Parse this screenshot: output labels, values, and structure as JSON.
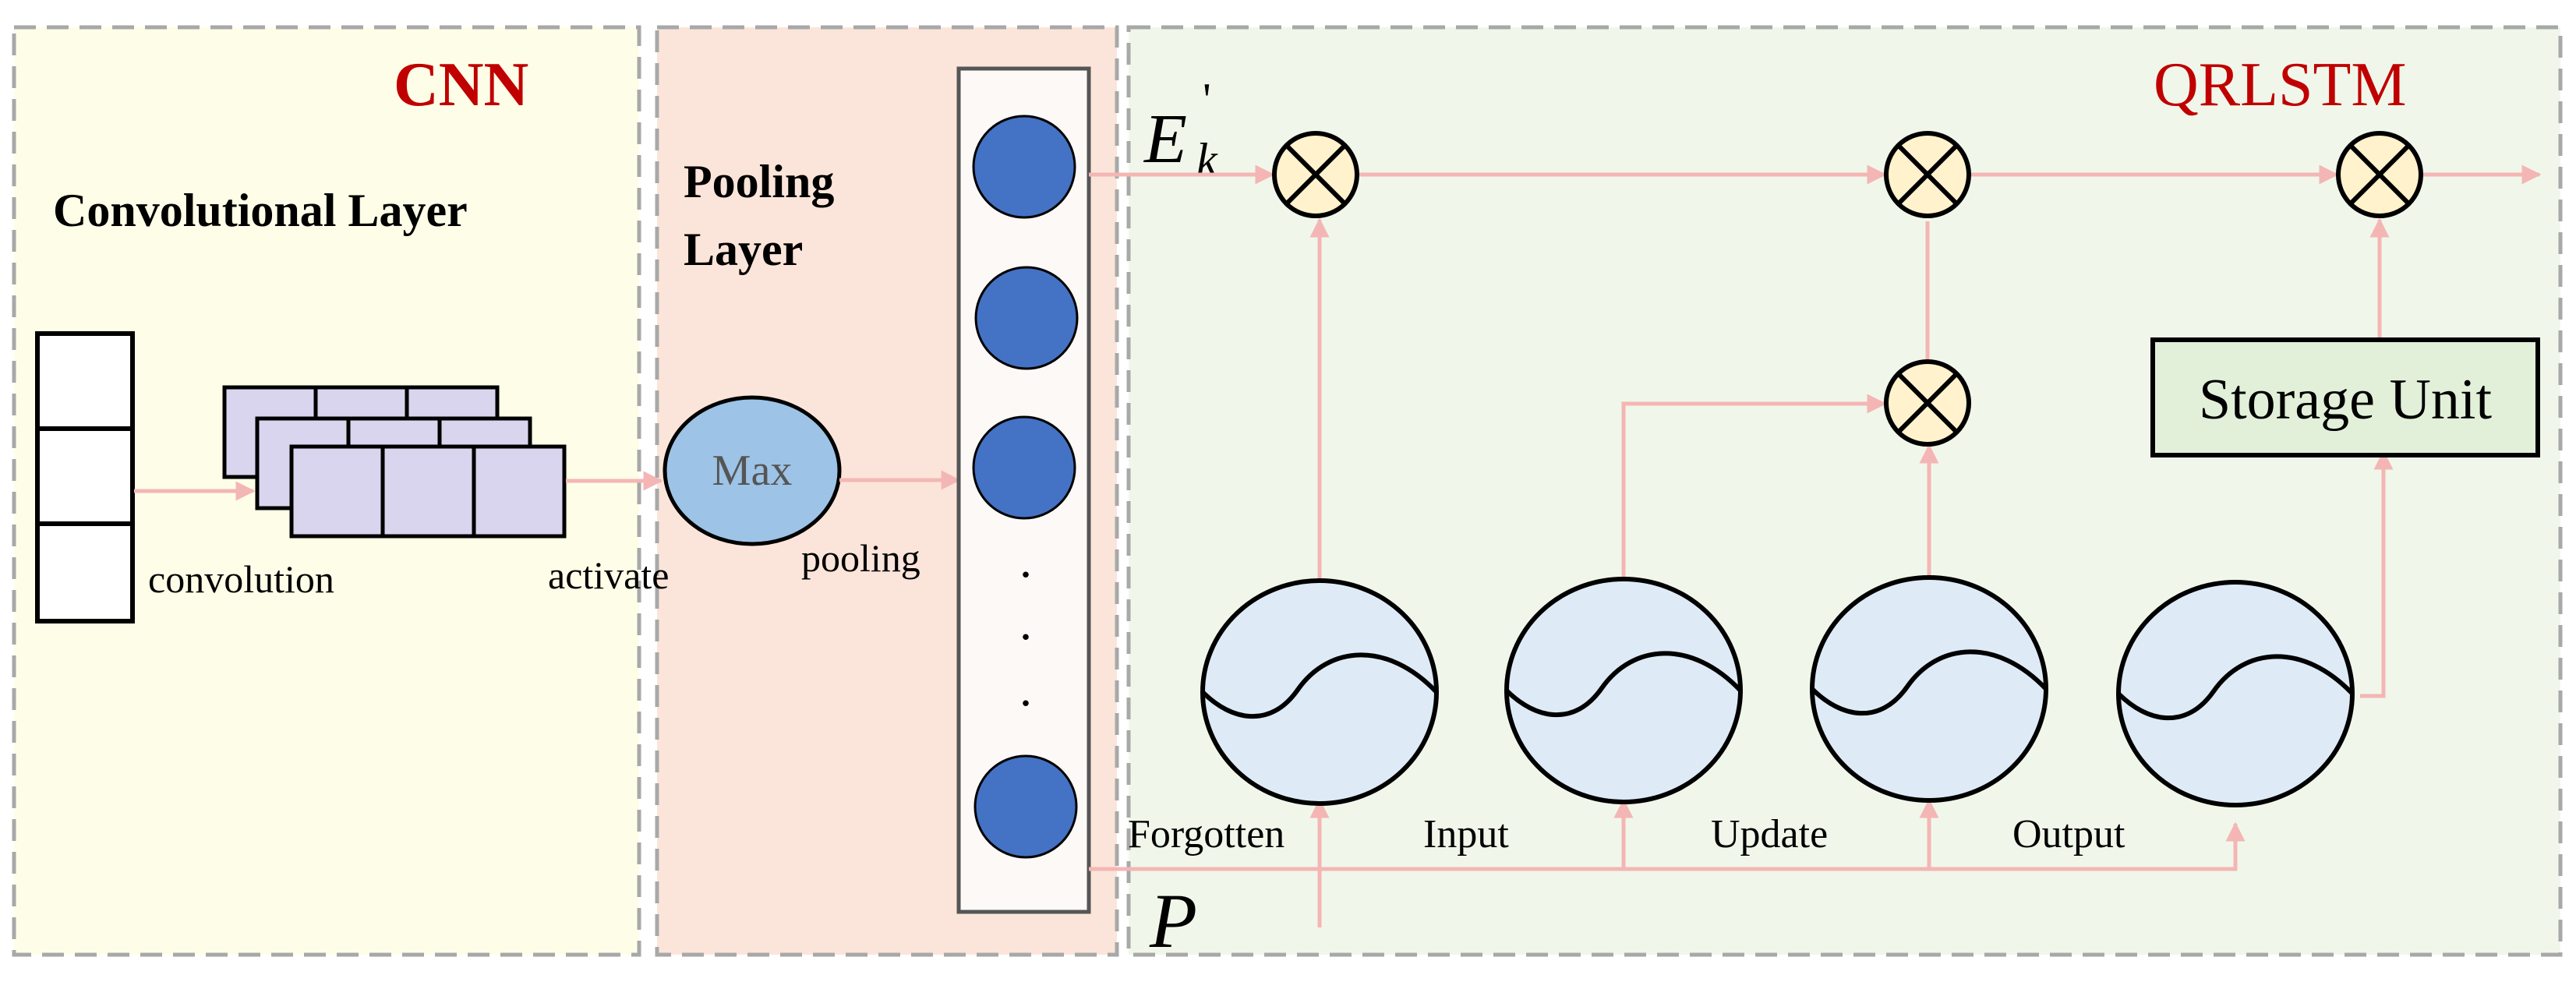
{
  "panels": {
    "cnn": {
      "title": "CNN",
      "conv_layer_label": "Convolutional Layer",
      "convolution_label": "convolution",
      "activate_label": "activate",
      "colors": {
        "fill": "#fefee8",
        "border": "#a8a8a8",
        "title": "#c00000"
      }
    },
    "pooling": {
      "title_line1": "Pooling",
      "title_line2": "Layer",
      "max_label": "Max",
      "pooling_label": "pooling",
      "dots": ".",
      "colors": {
        "fill": "#fbe5da",
        "node": "#4472c4",
        "max_node": "#9dc3e6"
      }
    },
    "qrlstm": {
      "title": "QRLSTM",
      "input_symbol_base": "E",
      "input_symbol_sub": "k",
      "input_symbol_sup": "'",
      "p_symbol": "P",
      "storage_unit_label": "Storage Unit",
      "gate_labels": [
        "Forgotten",
        "Input",
        "Update",
        "Output"
      ],
      "multiply_icon": "circle-times-icon",
      "gate_icon": "wave-gate-icon",
      "colors": {
        "fill": "#f0f7ea",
        "title": "#c00000",
        "arrow": "#f4b6b4",
        "gate_fill": "#deebf7",
        "mult_fill": "#fff2cc",
        "storage_fill": "#e2f0d9"
      }
    }
  }
}
